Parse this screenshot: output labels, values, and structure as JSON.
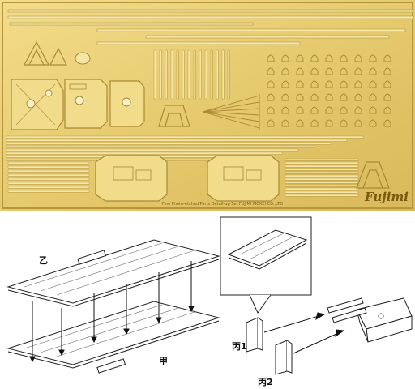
{
  "sheet": {
    "brand": "Fujimi",
    "fine_print": "Fine Photo-etched Parts Detail-up Set  FUJIMI MOKEI CO.,LTD",
    "colors": {
      "brass": "#e8cf78",
      "brass_dark": "#a88a35",
      "brass_light": "#f6e6a6",
      "frame": "#c9ac55"
    }
  },
  "diagram": {
    "label_otsu": "乙",
    "label_kou": "甲",
    "label_hei1": "丙1",
    "label_hei2": "丙2"
  }
}
